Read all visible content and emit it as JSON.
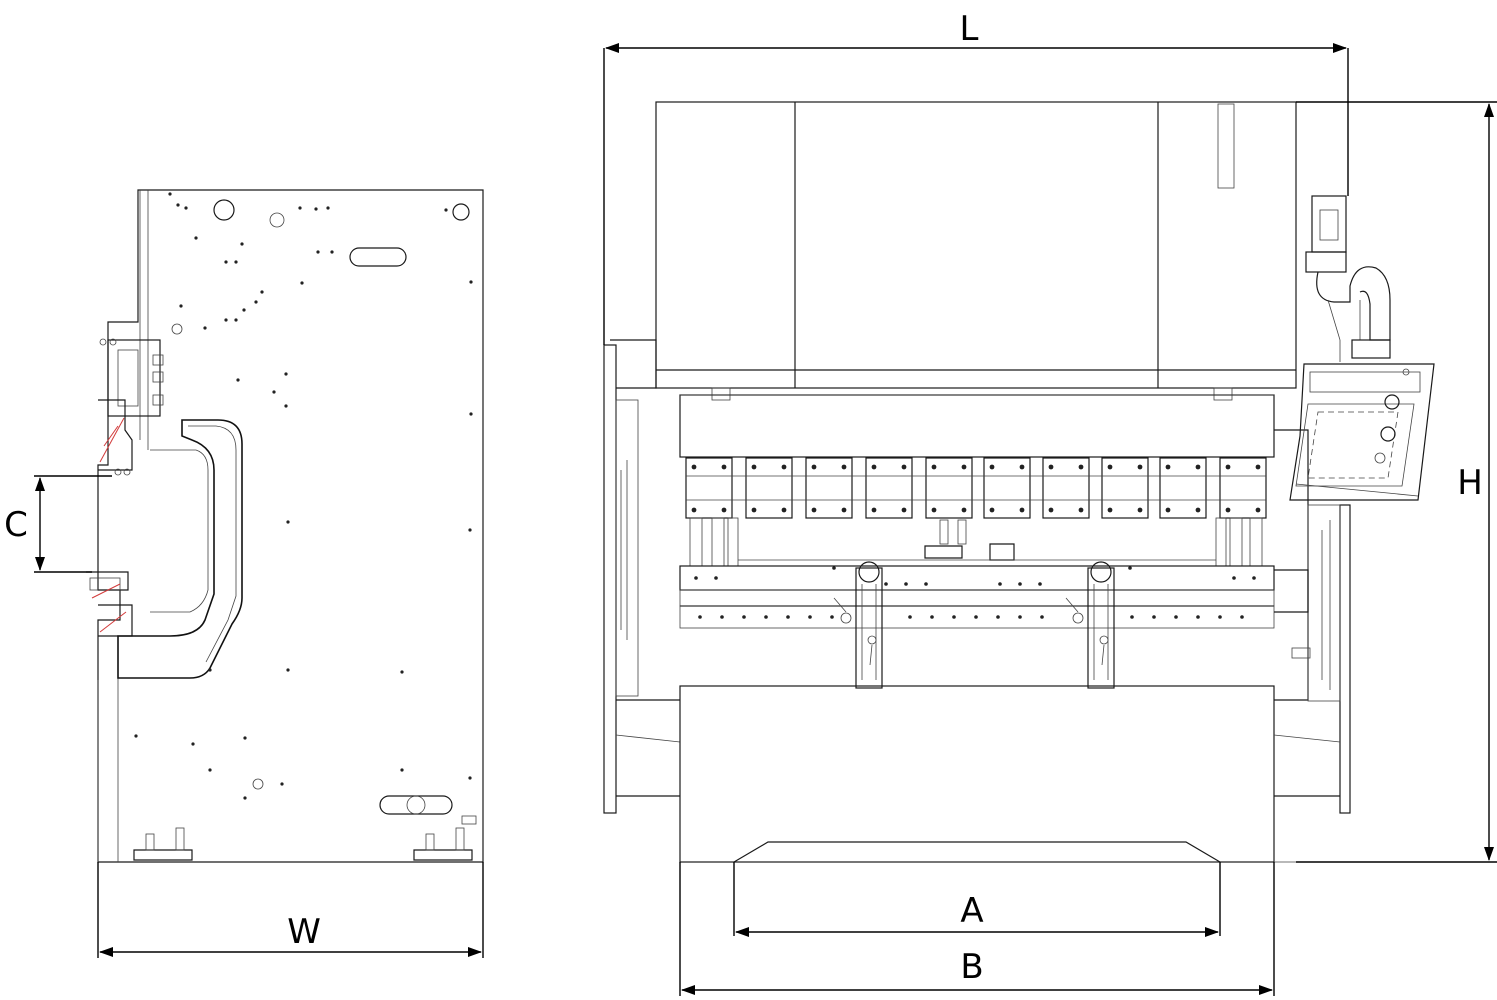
{
  "labels": {
    "L": "L",
    "H": "H",
    "C": "C",
    "W": "W",
    "A": "A",
    "B": "B"
  }
}
